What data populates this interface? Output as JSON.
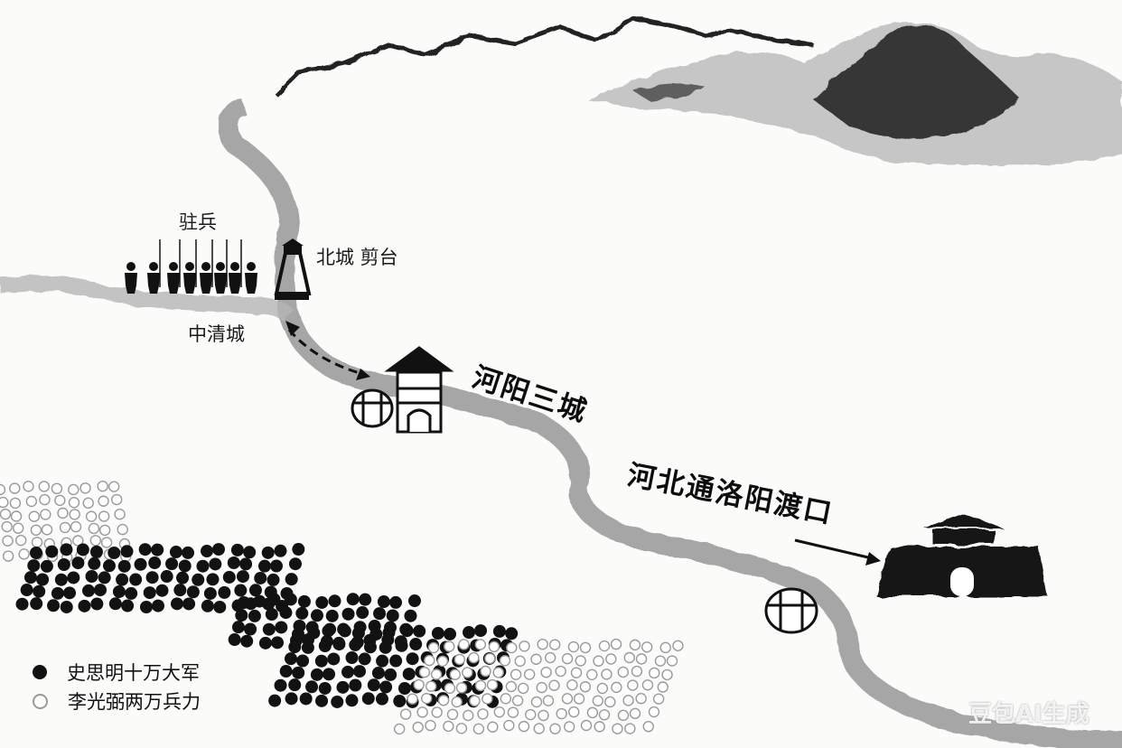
{
  "labels": {
    "garrison": "驻兵",
    "north_city": "北城 剪台",
    "middle_city": "中清城",
    "heyang": "河阳三城",
    "ferry": "河北通洛阳渡口"
  },
  "legend": [
    {
      "marker": "filled-circle",
      "color": "#111111",
      "label": "史思明十万大军"
    },
    {
      "marker": "hollow-circle",
      "color": "#9a9a9a",
      "label": "李光弼两万兵力"
    }
  ],
  "watermark": "豆包AI生成"
}
